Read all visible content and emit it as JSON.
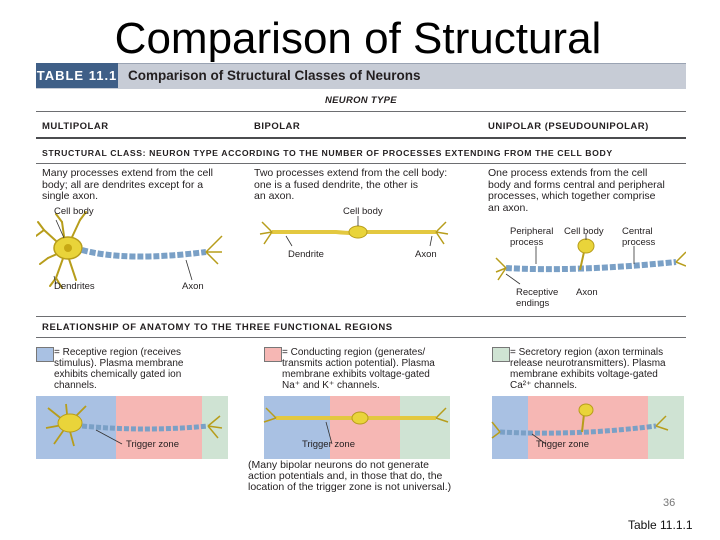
{
  "slide": {
    "title": "Comparison of Structural",
    "page_number": "36",
    "table_ref": "Table 11.1.1"
  },
  "table": {
    "label": "TABLE 11.1",
    "caption": "Comparison of Structural Classes of Neurons",
    "neuron_type_heading": "NEURON TYPE",
    "columns": [
      "MULTIPOLAR",
      "BIPOLAR",
      "UNIPOLAR (PSEUDOUNIPOLAR)"
    ],
    "structural_heading": "STRUCTURAL CLASS: NEURON TYPE ACCORDING TO THE NUMBER OF PROCESSES EXTENDING FROM THE CELL BODY",
    "descriptions": [
      [
        "Many processes extend from the cell",
        "body; all are dendrites except for a",
        "single axon."
      ],
      [
        "Two processes extend from the cell body:",
        "one is a fused dendrite, the other is",
        "an axon."
      ],
      [
        "One process extends from the cell",
        "body and forms central and peripheral",
        "processes, which together comprise",
        "an axon."
      ]
    ],
    "diagram_labels": {
      "multipolar_cell_body": "Cell body",
      "multipolar_dendrites": "Dendrites",
      "multipolar_axon": "Axon",
      "bipolar_cell_body": "Cell body",
      "bipolar_dendrite": "Dendrite",
      "bipolar_axon": "Axon",
      "unipolar_peripheral": [
        "Peripheral",
        "process"
      ],
      "unipolar_cell_body": "Cell body",
      "unipolar_central": [
        "Central",
        "process"
      ],
      "unipolar_receptive": [
        "Receptive",
        "endings"
      ],
      "unipolar_axon": "Axon"
    },
    "functional_heading": "RELATIONSHIP OF ANATOMY TO THE THREE FUNCTIONAL REGIONS",
    "regions": [
      {
        "color": "#a9c1e3",
        "lines": [
          "= Receptive region (receives",
          "stimulus). Plasma membrane",
          "exhibits chemically gated ion",
          "channels."
        ]
      },
      {
        "color": "#f6b7b4",
        "lines": [
          "= Conducting region (generates/",
          "transmits action potential). Plasma",
          "membrane exhibits voltage-gated",
          "Na⁺ and K⁺ channels."
        ]
      },
      {
        "color": "#cfe3d3",
        "lines": [
          "= Secretory region (axon terminals",
          "release neurotransmitters). Plasma",
          "membrane exhibits voltage-gated",
          "Ca²⁺ channels."
        ]
      }
    ],
    "trigger_zone_label": "Trigger zone",
    "footnote": [
      "(Many bipolar neurons do not generate",
      "action potentials and, in those that do, the",
      "location of the trigger zone is not universal.)"
    ]
  }
}
